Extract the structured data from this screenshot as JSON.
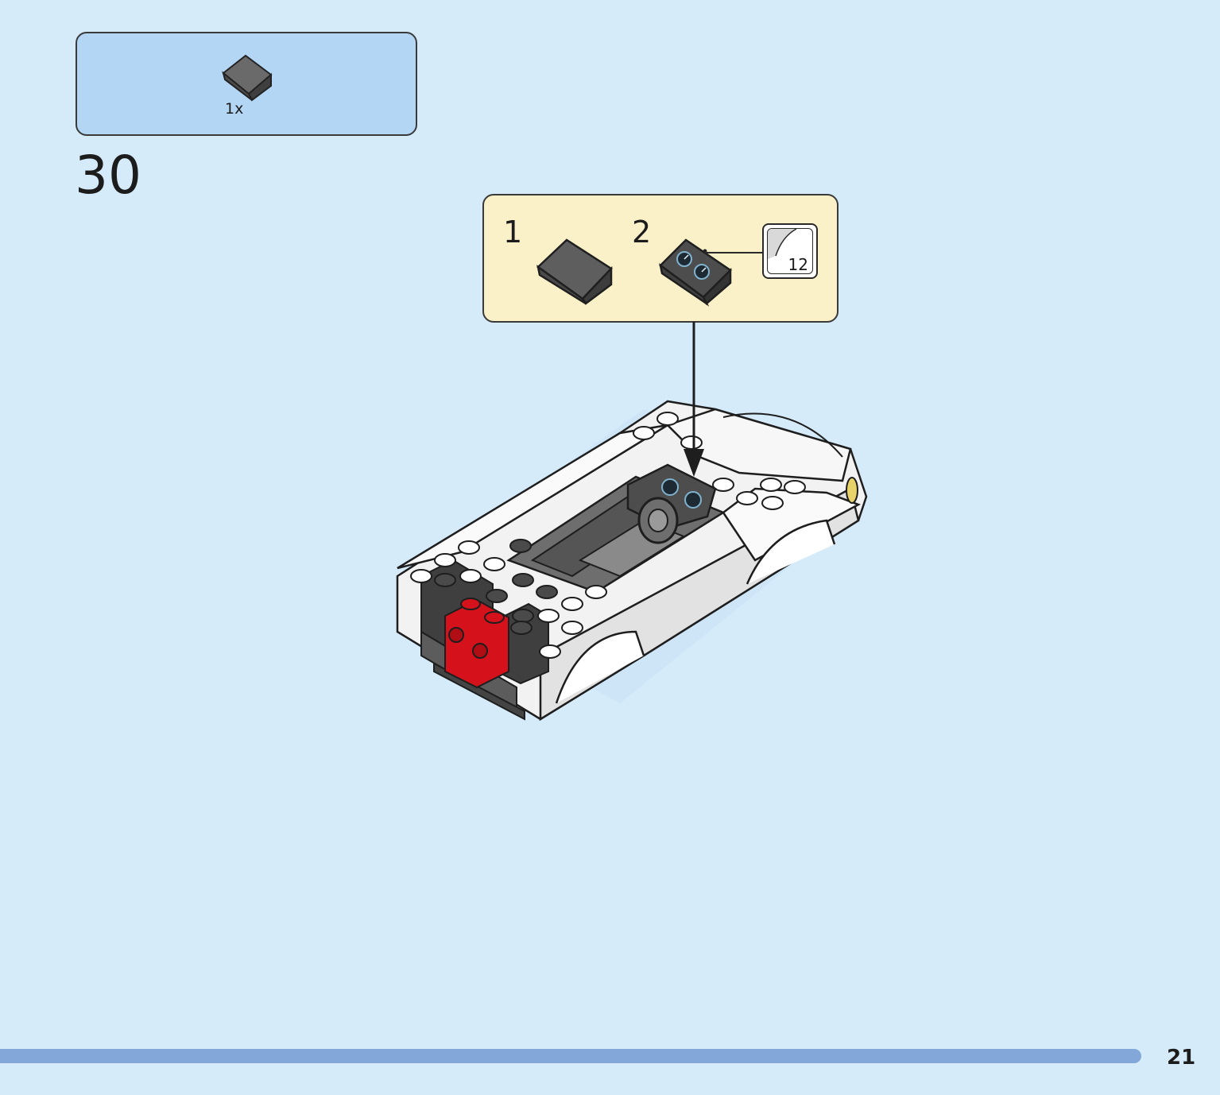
{
  "parts_list": {
    "quantity": "1x",
    "part_icon": "dark-grey-slope-icon"
  },
  "step": {
    "number": "30"
  },
  "sub_assembly": {
    "steps": [
      {
        "number": "1",
        "part_icon": "dark-grey-slope-icon"
      },
      {
        "number": "2",
        "part_icon": "slope-with-gauge-sticker-icon"
      }
    ],
    "sticker": {
      "number": "12",
      "icon": "sticker-icon"
    }
  },
  "model": {
    "icon": "white-car-build-icon",
    "arrow_icon": "placement-arrow-icon"
  },
  "footer": {
    "page_number": "21"
  },
  "colors": {
    "background": "#d6ebfa",
    "parts_box": "#b3d6f4",
    "sub_box": "#fbf1c9",
    "footer_bar": "#82a7d8",
    "dark_grey_part": "#5e5e5e",
    "red_part": "#d5121b"
  }
}
